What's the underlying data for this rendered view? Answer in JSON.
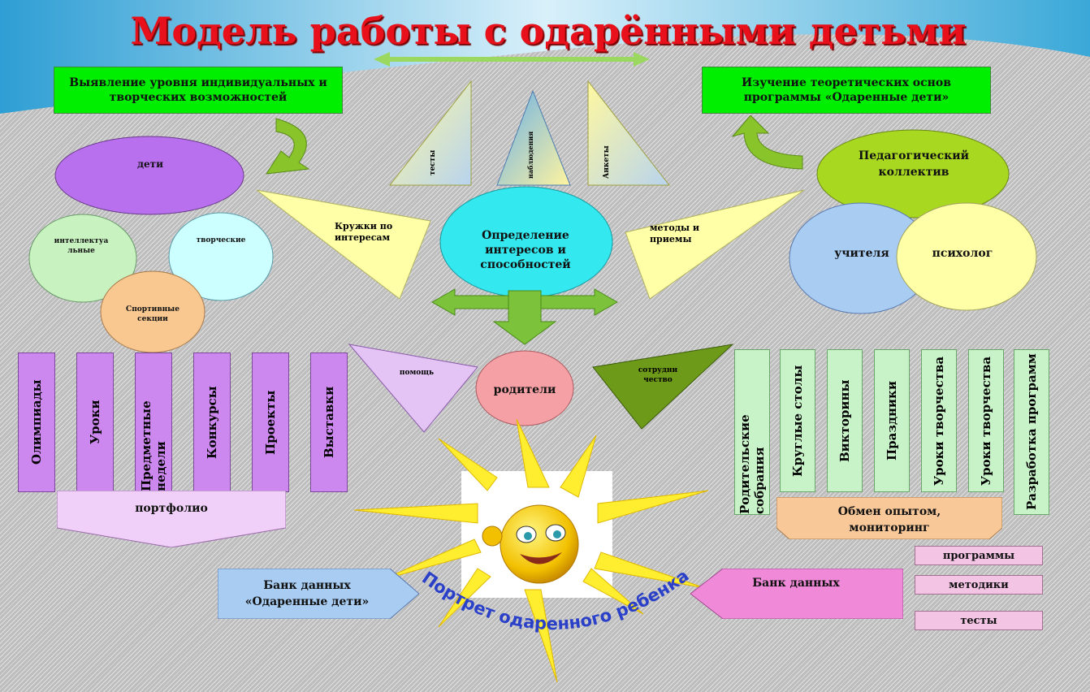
{
  "title": "Модель работы с одарёнными детьми",
  "boxes": {
    "identify": "Выявление уровня индивидуальных и творческих возможностей",
    "theory": "Изучение теоретических основ программы «Одаренные дети»"
  },
  "triangles": {
    "tests": "тесты",
    "observation": "наблюдения",
    "surveys": "Анкеты",
    "clubs": "Кружки по интересам",
    "methods": "методы и приемы",
    "help": "помощь",
    "cooperation": "сотрудни чество"
  },
  "ellipses": {
    "children": "дети",
    "intellectual": "интеллектуа льные",
    "creative": "творческие",
    "sports": "Спортивные секции",
    "center": "Определение интересов и способностей",
    "staff": "Педагогический коллектив",
    "teachers": "учителя",
    "psychologist": "психолог",
    "parents": "родители"
  },
  "left_columns": [
    "Олимпиады",
    "Уроки",
    "Предметные недели",
    "Конкурсы",
    "Проекты",
    "Выставки"
  ],
  "portfolio": "портфолио",
  "right_columns": [
    "Родительские собрания",
    "Круглые столы",
    "Викторины",
    "Праздники",
    "Уроки творчества",
    "Уроки творчества",
    "Разработка программ"
  ],
  "exchange": "Обмен опытом, мониторинг",
  "bank_left": "Банк данных «Одаренные дети»",
  "bank_right": "Банк данных",
  "bank_items": [
    "программы",
    "методики",
    "тесты"
  ],
  "arc_text": "Портрет одаренного ребенка",
  "colors": {
    "title": "#e8101a",
    "green_box": "#00ee00",
    "purple": "#cc88ee",
    "light_yellow": "#ffffaa",
    "cyan": "#33e8ee",
    "olive": "#a8d820",
    "parents": "#f49ca0",
    "dark_olive": "#7ca020"
  }
}
